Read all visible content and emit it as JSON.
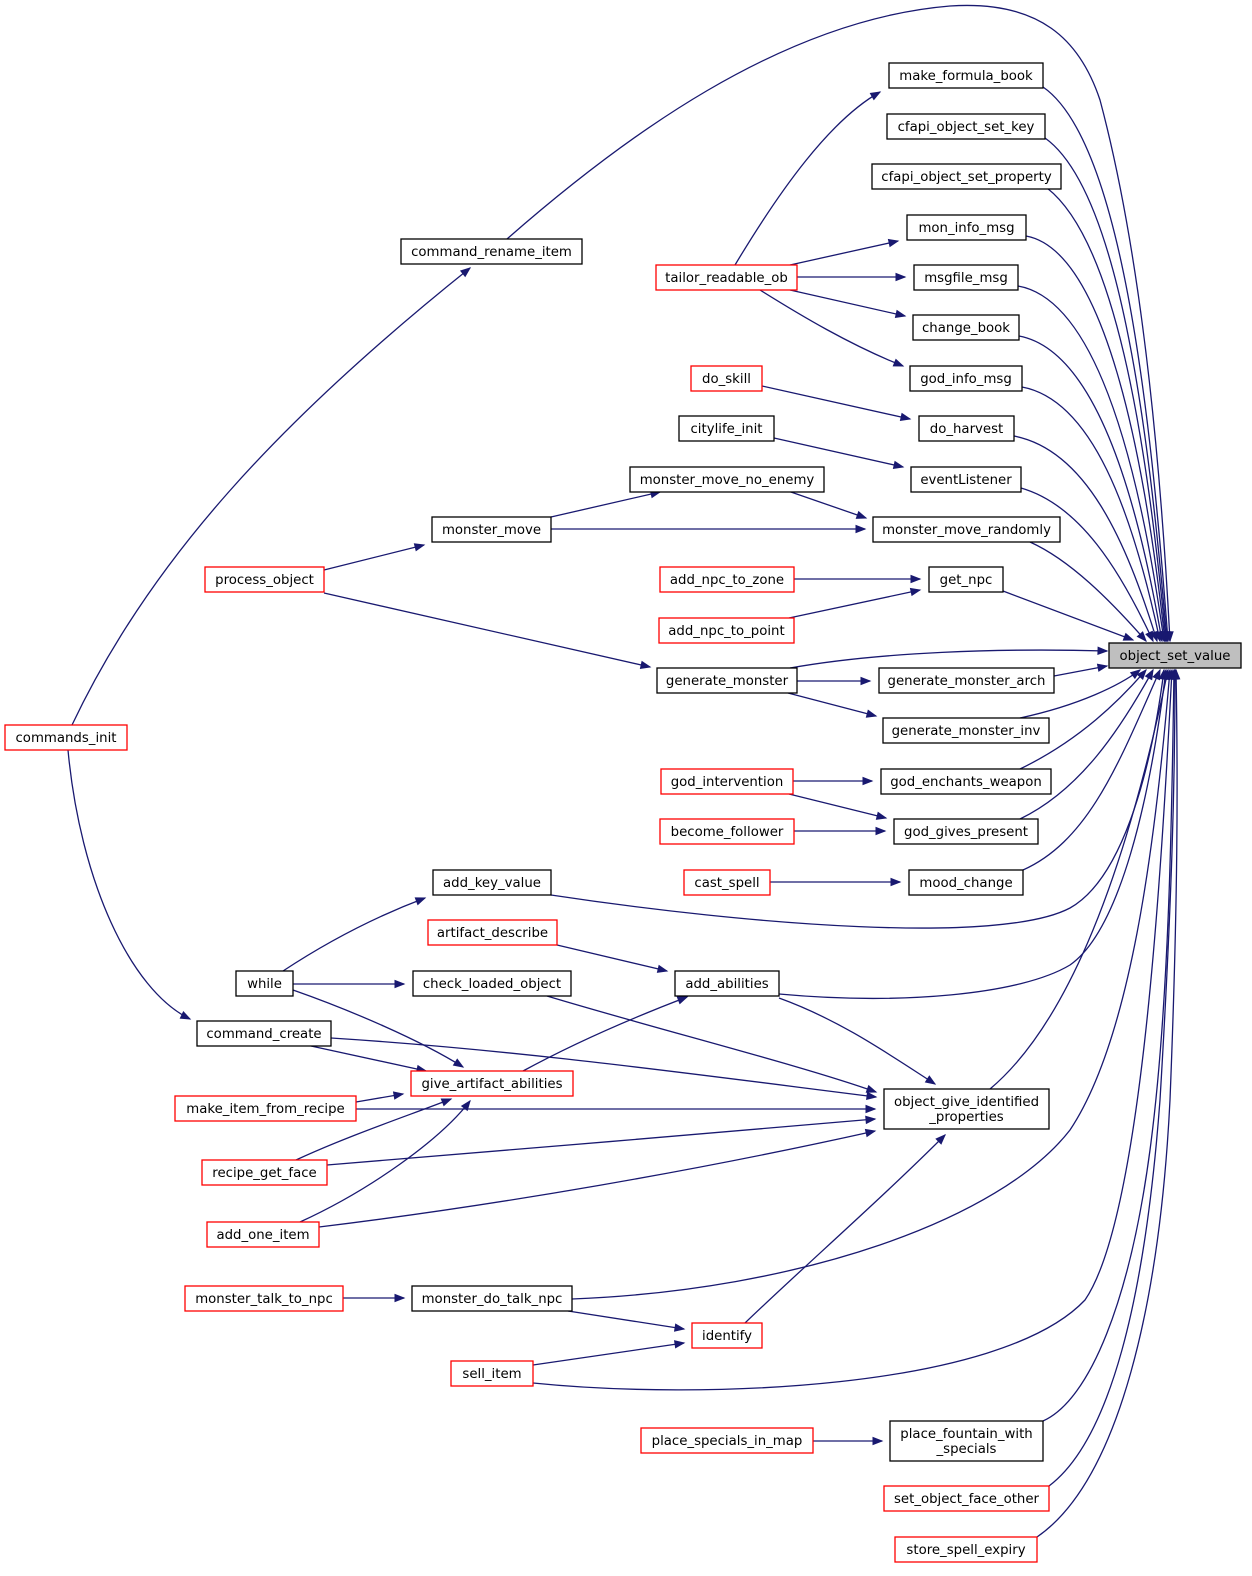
{
  "graph": {
    "colors": {
      "edge": "#191970",
      "border_normal": "#000000",
      "border_truncated": "#ff0000",
      "root_fill": "#bfbfbf",
      "background": "#ffffff"
    },
    "nodes": {
      "object_set_value": {
        "label": [
          "object_set_value"
        ],
        "style": "root"
      },
      "make_formula_book": {
        "label": [
          "make_formula_book"
        ],
        "style": "black"
      },
      "cfapi_object_set_key": {
        "label": [
          "cfapi_object_set_key"
        ],
        "style": "black"
      },
      "cfapi_object_set_property": {
        "label": [
          "cfapi_object_set_property"
        ],
        "style": "black"
      },
      "mon_info_msg": {
        "label": [
          "mon_info_msg"
        ],
        "style": "black"
      },
      "msgfile_msg": {
        "label": [
          "msgfile_msg"
        ],
        "style": "black"
      },
      "change_book": {
        "label": [
          "change_book"
        ],
        "style": "black"
      },
      "god_info_msg": {
        "label": [
          "god_info_msg"
        ],
        "style": "black"
      },
      "do_harvest": {
        "label": [
          "do_harvest"
        ],
        "style": "black"
      },
      "eventListener": {
        "label": [
          "eventListener"
        ],
        "style": "black"
      },
      "monster_move_randomly": {
        "label": [
          "monster_move_randomly"
        ],
        "style": "black"
      },
      "get_npc": {
        "label": [
          "get_npc"
        ],
        "style": "black"
      },
      "generate_monster_arch": {
        "label": [
          "generate_monster_arch"
        ],
        "style": "black"
      },
      "generate_monster_inv": {
        "label": [
          "generate_monster_inv"
        ],
        "style": "black"
      },
      "god_enchants_weapon": {
        "label": [
          "god_enchants_weapon"
        ],
        "style": "black"
      },
      "god_gives_present": {
        "label": [
          "god_gives_present"
        ],
        "style": "black"
      },
      "mood_change": {
        "label": [
          "mood_change"
        ],
        "style": "black"
      },
      "object_give_identified_properties": {
        "label": [
          "object_give_identified",
          "_properties"
        ],
        "style": "black"
      },
      "place_fountain_with_specials": {
        "label": [
          "place_fountain_with",
          "_specials"
        ],
        "style": "black"
      },
      "set_object_face_other": {
        "label": [
          "set_object_face_other"
        ],
        "style": "red"
      },
      "store_spell_expiry": {
        "label": [
          "store_spell_expiry"
        ],
        "style": "red"
      },
      "tailor_readable_ob": {
        "label": [
          "tailor_readable_ob"
        ],
        "style": "red"
      },
      "do_skill": {
        "label": [
          "do_skill"
        ],
        "style": "red"
      },
      "citylife_init": {
        "label": [
          "citylife_init"
        ],
        "style": "black"
      },
      "monster_move_no_enemy": {
        "label": [
          "monster_move_no_enemy"
        ],
        "style": "black"
      },
      "add_npc_to_zone": {
        "label": [
          "add_npc_to_zone"
        ],
        "style": "red"
      },
      "add_npc_to_point": {
        "label": [
          "add_npc_to_point"
        ],
        "style": "red"
      },
      "generate_monster": {
        "label": [
          "generate_monster"
        ],
        "style": "black"
      },
      "god_intervention": {
        "label": [
          "god_intervention"
        ],
        "style": "red"
      },
      "become_follower": {
        "label": [
          "become_follower"
        ],
        "style": "red"
      },
      "cast_spell": {
        "label": [
          "cast_spell"
        ],
        "style": "red"
      },
      "artifact_describe": {
        "label": [
          "artifact_describe"
        ],
        "style": "red"
      },
      "add_abilities": {
        "label": [
          "add_abilities"
        ],
        "style": "black"
      },
      "identify": {
        "label": [
          "identify"
        ],
        "style": "red"
      },
      "place_specials_in_map": {
        "label": [
          "place_specials_in_map"
        ],
        "style": "red"
      },
      "command_rename_item": {
        "label": [
          "command_rename_item"
        ],
        "style": "black"
      },
      "monster_move": {
        "label": [
          "monster_move"
        ],
        "style": "black"
      },
      "add_key_value": {
        "label": [
          "add_key_value"
        ],
        "style": "black"
      },
      "check_loaded_object": {
        "label": [
          "check_loaded_object"
        ],
        "style": "black"
      },
      "give_artifact_abilities": {
        "label": [
          "give_artifact_abilities"
        ],
        "style": "red"
      },
      "monster_do_talk_npc": {
        "label": [
          "monster_do_talk_npc"
        ],
        "style": "black"
      },
      "sell_item": {
        "label": [
          "sell_item"
        ],
        "style": "red"
      },
      "process_object": {
        "label": [
          "process_object"
        ],
        "style": "red"
      },
      "while": {
        "label": [
          "while"
        ],
        "style": "black"
      },
      "command_create": {
        "label": [
          "command_create"
        ],
        "style": "black"
      },
      "make_item_from_recipe": {
        "label": [
          "make_item_from_recipe"
        ],
        "style": "red"
      },
      "recipe_get_face": {
        "label": [
          "recipe_get_face"
        ],
        "style": "red"
      },
      "add_one_item": {
        "label": [
          "add_one_item"
        ],
        "style": "red"
      },
      "monster_talk_to_npc": {
        "label": [
          "monster_talk_to_npc"
        ],
        "style": "red"
      },
      "commands_init": {
        "label": [
          "commands_init"
        ],
        "style": "red"
      }
    },
    "edges": [
      [
        "make_formula_book",
        "object_set_value"
      ],
      [
        "cfapi_object_set_key",
        "object_set_value"
      ],
      [
        "cfapi_object_set_property",
        "object_set_value"
      ],
      [
        "mon_info_msg",
        "object_set_value"
      ],
      [
        "msgfile_msg",
        "object_set_value"
      ],
      [
        "change_book",
        "object_set_value"
      ],
      [
        "god_info_msg",
        "object_set_value"
      ],
      [
        "do_harvest",
        "object_set_value"
      ],
      [
        "eventListener",
        "object_set_value"
      ],
      [
        "monster_move_randomly",
        "object_set_value"
      ],
      [
        "get_npc",
        "object_set_value"
      ],
      [
        "generate_monster",
        "object_set_value"
      ],
      [
        "generate_monster_arch",
        "object_set_value"
      ],
      [
        "generate_monster_inv",
        "object_set_value"
      ],
      [
        "god_enchants_weapon",
        "object_set_value"
      ],
      [
        "god_gives_present",
        "object_set_value"
      ],
      [
        "mood_change",
        "object_set_value"
      ],
      [
        "add_key_value",
        "object_set_value"
      ],
      [
        "add_abilities",
        "object_set_value"
      ],
      [
        "object_give_identified_properties",
        "object_set_value"
      ],
      [
        "monster_do_talk_npc",
        "object_set_value"
      ],
      [
        "sell_item",
        "object_set_value"
      ],
      [
        "place_fountain_with_specials",
        "object_set_value"
      ],
      [
        "set_object_face_other",
        "object_set_value"
      ],
      [
        "store_spell_expiry",
        "object_set_value"
      ],
      [
        "command_rename_item",
        "object_set_value"
      ],
      [
        "tailor_readable_ob",
        "make_formula_book"
      ],
      [
        "tailor_readable_ob",
        "mon_info_msg"
      ],
      [
        "tailor_readable_ob",
        "msgfile_msg"
      ],
      [
        "tailor_readable_ob",
        "change_book"
      ],
      [
        "tailor_readable_ob",
        "god_info_msg"
      ],
      [
        "do_skill",
        "do_harvest"
      ],
      [
        "citylife_init",
        "eventListener"
      ],
      [
        "monster_move_no_enemy",
        "monster_move_randomly"
      ],
      [
        "monster_move",
        "monster_move_randomly"
      ],
      [
        "monster_move",
        "monster_move_no_enemy"
      ],
      [
        "add_npc_to_zone",
        "get_npc"
      ],
      [
        "add_npc_to_point",
        "get_npc"
      ],
      [
        "generate_monster",
        "generate_monster_arch"
      ],
      [
        "generate_monster",
        "generate_monster_inv"
      ],
      [
        "god_intervention",
        "god_enchants_weapon"
      ],
      [
        "god_intervention",
        "god_gives_present"
      ],
      [
        "become_follower",
        "god_gives_present"
      ],
      [
        "cast_spell",
        "mood_change"
      ],
      [
        "artifact_describe",
        "add_abilities"
      ],
      [
        "add_abilities",
        "object_give_identified_properties"
      ],
      [
        "check_loaded_object",
        "object_give_identified_properties"
      ],
      [
        "command_create",
        "object_give_identified_properties"
      ],
      [
        "make_item_from_recipe",
        "object_give_identified_properties"
      ],
      [
        "recipe_get_face",
        "object_give_identified_properties"
      ],
      [
        "add_one_item",
        "object_give_identified_properties"
      ],
      [
        "identify",
        "object_give_identified_properties"
      ],
      [
        "place_specials_in_map",
        "place_fountain_with_specials"
      ],
      [
        "process_object",
        "monster_move"
      ],
      [
        "process_object",
        "generate_monster"
      ],
      [
        "while",
        "add_key_value"
      ],
      [
        "while",
        "check_loaded_object"
      ],
      [
        "while",
        "give_artifact_abilities"
      ],
      [
        "give_artifact_abilities",
        "add_abilities"
      ],
      [
        "command_create",
        "give_artifact_abilities"
      ],
      [
        "make_item_from_recipe",
        "give_artifact_abilities"
      ],
      [
        "recipe_get_face",
        "give_artifact_abilities"
      ],
      [
        "add_one_item",
        "give_artifact_abilities"
      ],
      [
        "monster_talk_to_npc",
        "monster_do_talk_npc"
      ],
      [
        "monster_do_talk_npc",
        "identify"
      ],
      [
        "sell_item",
        "identify"
      ],
      [
        "commands_init",
        "command_rename_item"
      ],
      [
        "commands_init",
        "command_create"
      ]
    ]
  }
}
